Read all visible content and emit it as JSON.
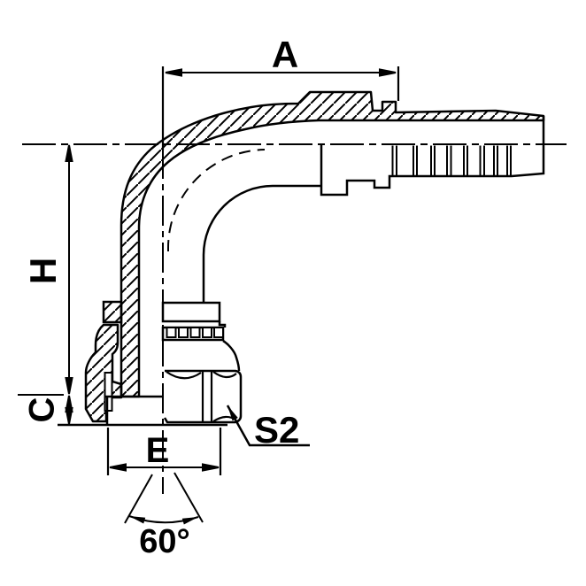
{
  "drawing": {
    "background": "#ffffff",
    "line_color": "#000000",
    "labels": {
      "dim_a": "A",
      "dim_h": "H",
      "dim_c": "C",
      "dim_e": "E",
      "wrench_size": "S2",
      "cone_angle": "60°"
    }
  }
}
